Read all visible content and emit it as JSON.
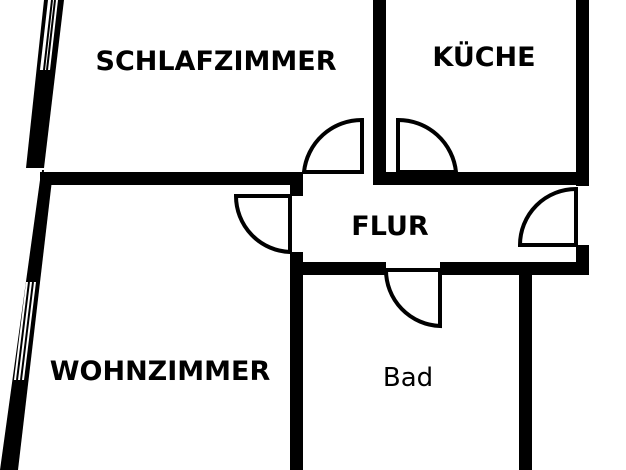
{
  "plan": {
    "rooms": {
      "schlafzimmer": "SCHLAFZIMMER",
      "kueche": "KÜCHE",
      "flur": "FLUR",
      "wohnzimmer": "WOHNZIMMER",
      "bad": "Bad"
    }
  },
  "colors": {
    "wall": "#000000",
    "background": "#ffffff"
  }
}
